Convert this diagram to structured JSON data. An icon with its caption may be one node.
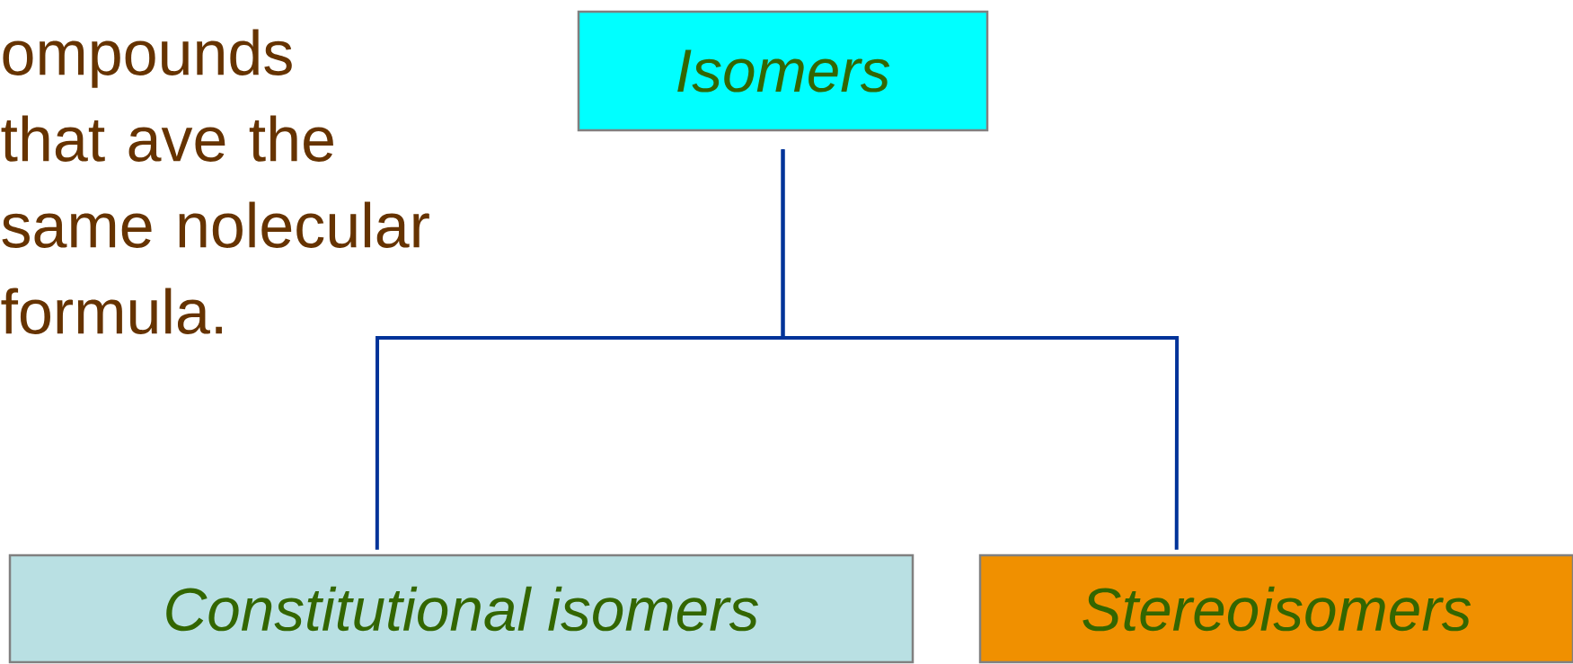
{
  "diagram": {
    "nodes": [
      {
        "text": [
          "Isomers"
        ]
      },
      {
        "text": [
          "Constitutional isomers"
        ]
      },
      {
        "text": [
          "Stereoisomers"
        ]
      }
    ],
    "edges": [
      {
        "from": 0,
        "to": 1,
        "arrow": "none"
      },
      {
        "from": 0,
        "to": 2,
        "arrow": "none"
      }
    ],
    "labels": [
      "ompounds that ave the same nolecular formula."
    ]
  }
}
